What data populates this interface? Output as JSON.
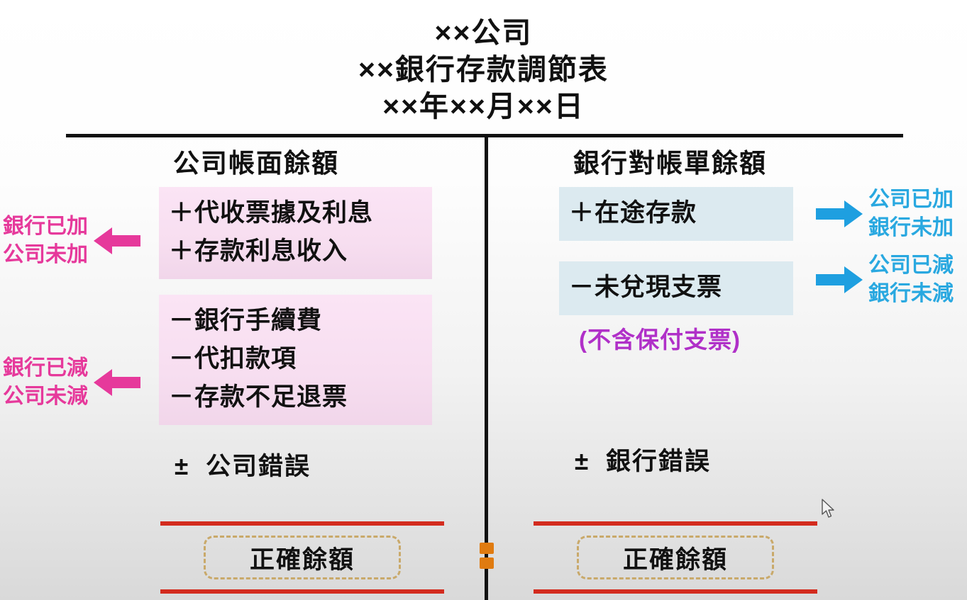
{
  "title": {
    "line1": "××公司",
    "line2": "××銀行存款調節表",
    "line3": "××年××月××日"
  },
  "left_column": {
    "header": "公司帳面餘額",
    "add_block": {
      "rows": [
        {
          "sign": "＋",
          "label": "代收票據及利息"
        },
        {
          "sign": "＋",
          "label": "存款利息收入"
        }
      ]
    },
    "subtract_block": {
      "rows": [
        {
          "sign": "－",
          "label": "銀行手續費"
        },
        {
          "sign": "－",
          "label": "代扣款項"
        },
        {
          "sign": "－",
          "label": "存款不足退票"
        }
      ]
    },
    "error_row": {
      "sign": "±",
      "label": "公司錯誤"
    },
    "total_label": "正確餘額"
  },
  "right_column": {
    "header": "銀行對帳單餘額",
    "add_block": {
      "rows": [
        {
          "sign": "＋",
          "label": "在途存款"
        }
      ]
    },
    "subtract_block": {
      "rows": [
        {
          "sign": "－",
          "label": "未兌現支票"
        }
      ]
    },
    "note": "(不含保付支票)",
    "error_row": {
      "sign": "±",
      "label": "銀行錯誤"
    },
    "total_label": "正確餘額"
  },
  "annotations": {
    "left_add": {
      "line1": "銀行已加",
      "line2": "公司未加",
      "arrow": "arrow-left-icon"
    },
    "left_sub": {
      "line1": "銀行已減",
      "line2": "公司未減",
      "arrow": "arrow-left-icon"
    },
    "right_add": {
      "line1": "公司已加",
      "line2": "銀行未加",
      "arrow": "arrow-right-icon"
    },
    "right_sub": {
      "line1": "公司已減",
      "line2": "銀行未減",
      "arrow": "arrow-right-icon"
    }
  },
  "colors": {
    "pink_highlight": "#f7def0",
    "blue_highlight": "#dceaf0",
    "pink_annotation": "#e6399b",
    "blue_annotation": "#29a8e0",
    "purple_note": "#b030c8",
    "red_rule": "#d32b1e",
    "dashed_box": "#c9a96a",
    "divider_marker": "#e07b10"
  }
}
